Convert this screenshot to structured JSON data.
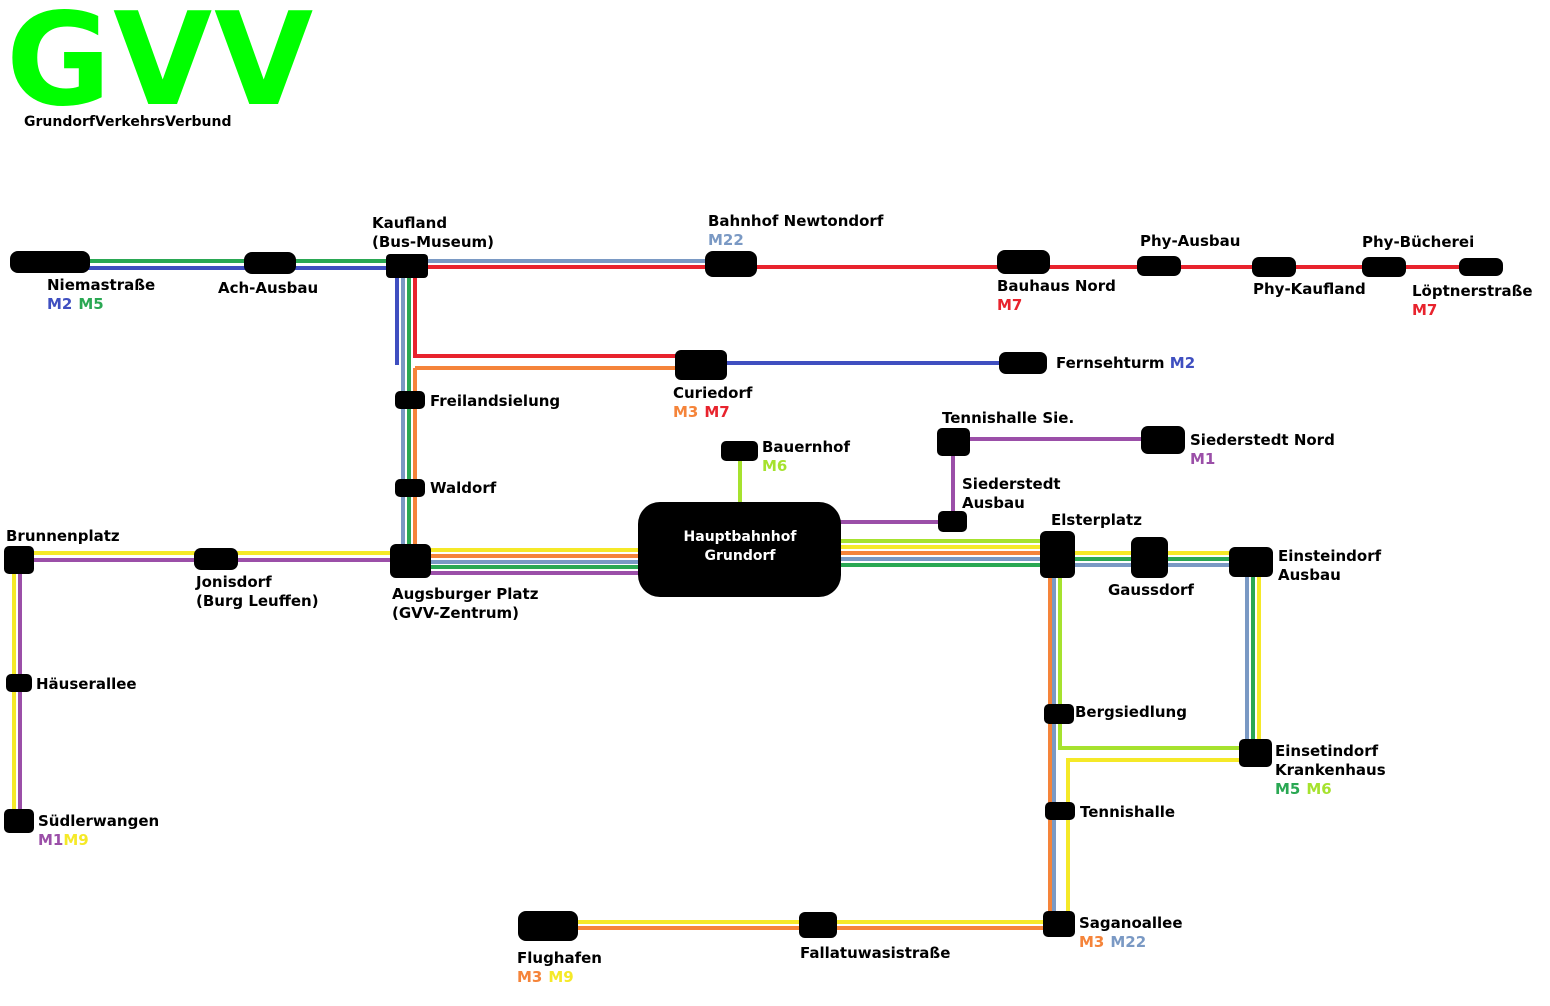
{
  "logo": {
    "title": "GVV",
    "subtitle": "GrundorfVerkehrsVerbund"
  },
  "colors": {
    "M1": "#9b4fa8",
    "M2": "#3f4fc0",
    "M3": "#f5843a",
    "M5": "#2aa853",
    "M6": "#a6e22e",
    "M7": "#e8232d",
    "M9": "#f5e928",
    "M22": "#7a99c4"
  },
  "stations": {
    "niemastrasse": {
      "name": "Niemastraße",
      "lines": [
        "M2",
        "M5"
      ]
    },
    "ach_ausbau": {
      "name": "Ach-Ausbau"
    },
    "kaufland": {
      "name": "Kaufland",
      "name2": "(Bus-Museum)"
    },
    "bahnhof_newtondorf": {
      "name": "Bahnhof Newtondorf",
      "lines": [
        "M22"
      ]
    },
    "bauhaus_nord": {
      "name": "Bauhaus Nord",
      "lines": [
        "M7"
      ]
    },
    "phy_ausbau": {
      "name": "Phy-Ausbau"
    },
    "phy_kaufland": {
      "name": "Phy-Kaufland"
    },
    "phy_buecherei": {
      "name": "Phy-Bücherei"
    },
    "loeptnerstrasse": {
      "name": "Löptnerstraße",
      "lines": [
        "M7"
      ]
    },
    "curiedorf": {
      "name": "Curiedorf",
      "lines": [
        "M3",
        "M7"
      ]
    },
    "fernsehturm": {
      "name": "Fernsehturm",
      "lines": [
        "M2"
      ]
    },
    "freilandsiedlung": {
      "name": "Freilandsielung"
    },
    "waldorf": {
      "name": "Waldorf"
    },
    "bauernhof": {
      "name": "Bauernhof",
      "lines": [
        "M6"
      ]
    },
    "tennishalle_sie": {
      "name": "Tennishalle Sie."
    },
    "siederstedt_nord": {
      "name": "Siederstedt Nord",
      "lines": [
        "M1"
      ]
    },
    "siederstedt_ausbau": {
      "name": "Siederstedt",
      "name2": "Ausbau"
    },
    "brunnenplatz": {
      "name": "Brunnenplatz"
    },
    "jonisdorf": {
      "name": "Jonisdorf",
      "name2": "(Burg Leuffen)"
    },
    "augsburger_platz": {
      "name": "Augsburger Platz",
      "name2": "(GVV-Zentrum)"
    },
    "hauptbahnhof": {
      "name": "Hauptbahnhof",
      "name2": "Grundorf"
    },
    "elsterplatz": {
      "name": "Elsterplatz"
    },
    "gaussdorf": {
      "name": "Gaussdorf"
    },
    "einsteindorf_ausbau": {
      "name": "Einsteindorf",
      "name2": "Ausbau"
    },
    "haeuserallee": {
      "name": "Häuserallee"
    },
    "suedlerwangen": {
      "name": "Südlerwangen",
      "lines": [
        "M1",
        "M9"
      ]
    },
    "bergsiedlung": {
      "name": "Bergsiedlung"
    },
    "einsteindorf_krankenhaus": {
      "name": "Einsetindorf",
      "name2": "Krankenhaus",
      "lines": [
        "M5",
        "M6"
      ]
    },
    "tennishalle": {
      "name": "Tennishalle"
    },
    "saganoallee": {
      "name": "Saganoallee",
      "lines": [
        "M3",
        "M22"
      ]
    },
    "flughafen": {
      "name": "Flughafen",
      "lines": [
        "M3",
        "M9"
      ]
    },
    "fallatuwasistrasse": {
      "name": "Fallatuwasistraße"
    }
  }
}
